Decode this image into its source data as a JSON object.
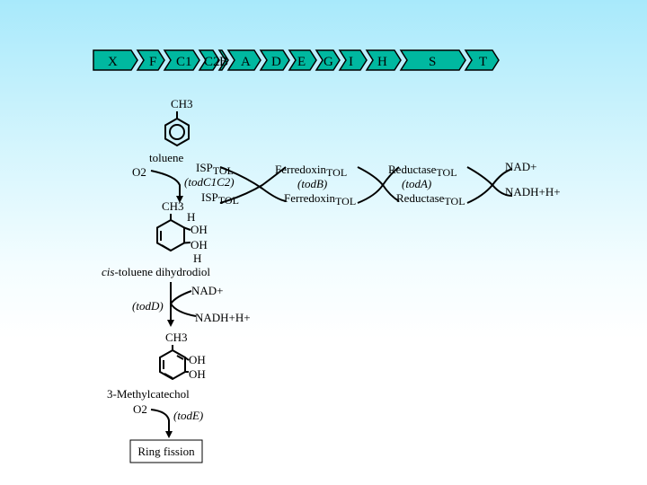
{
  "operon": {
    "genes": [
      "X",
      "F",
      "C1",
      "C2",
      "B",
      "A",
      "D",
      "E",
      "G",
      "I",
      "H",
      "S",
      "T"
    ],
    "color": "#00b8a0"
  },
  "pathway": {
    "toluene_formula": "CH3",
    "toluene_label": "toluene",
    "o2": "O2",
    "isp_top": "ISP",
    "isp_bottom": "ISP",
    "tol_sub": "TOL",
    "gene_c1c2": "(todC1C2)",
    "dihydrodiol_ch3": "CH3",
    "dihydrodiol_h_top": "H",
    "dihydrodiol_oh1": "OH",
    "dihydrodiol_oh2": "OH",
    "dihydrodiol_h_bottom": "H",
    "dihydrodiol_cis": "cis",
    "dihydrodiol_name": "-toluene dihydrodiol",
    "nad_plus_1": "NAD+",
    "nadh_1": "NADH+H+",
    "gene_d": "(todD)",
    "catechol_ch3": "CH3",
    "catechol_oh1": "OH",
    "catechol_oh2": "OH",
    "catechol_name": "3-Methylcatechol",
    "o2_2": "O2",
    "gene_e": "(todE)",
    "ring_fission": "Ring fission"
  },
  "electron_transfer": {
    "ferredoxin_top": "Ferredoxin",
    "ferredoxin_bottom": "Ferredoxin",
    "gene_b": "(todB)",
    "reductase_top": "Reductase",
    "reductase_bottom": "Reductase",
    "gene_a": "(todA)",
    "nad_plus": "NAD+",
    "nadh": "NADH+H+"
  }
}
